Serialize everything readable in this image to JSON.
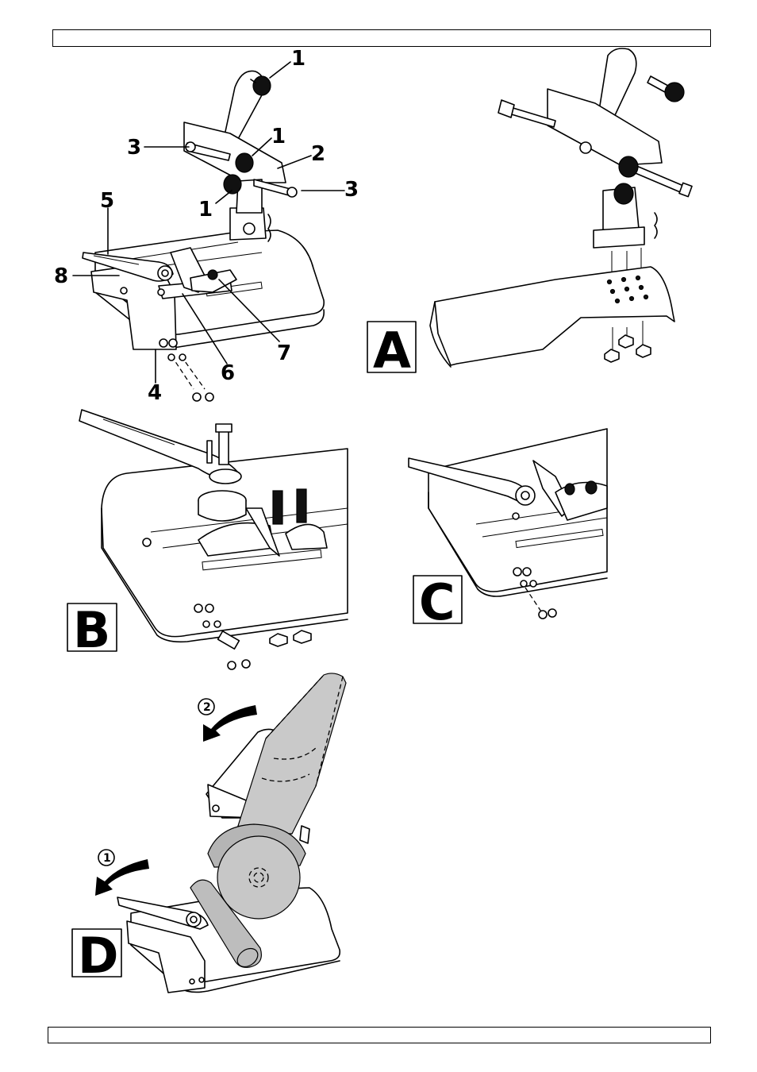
{
  "callouts": {
    "c1a": "1",
    "c1b": "1",
    "c1c": "1",
    "c2": "2",
    "c3a": "3",
    "c3b": "3",
    "c4": "4",
    "c5": "5",
    "c6": "6",
    "c7": "7",
    "c8": "8"
  },
  "panels": {
    "a": "A",
    "b": "B",
    "c": "C",
    "d": "D"
  },
  "steps": {
    "s1": "1",
    "s2": "2"
  }
}
